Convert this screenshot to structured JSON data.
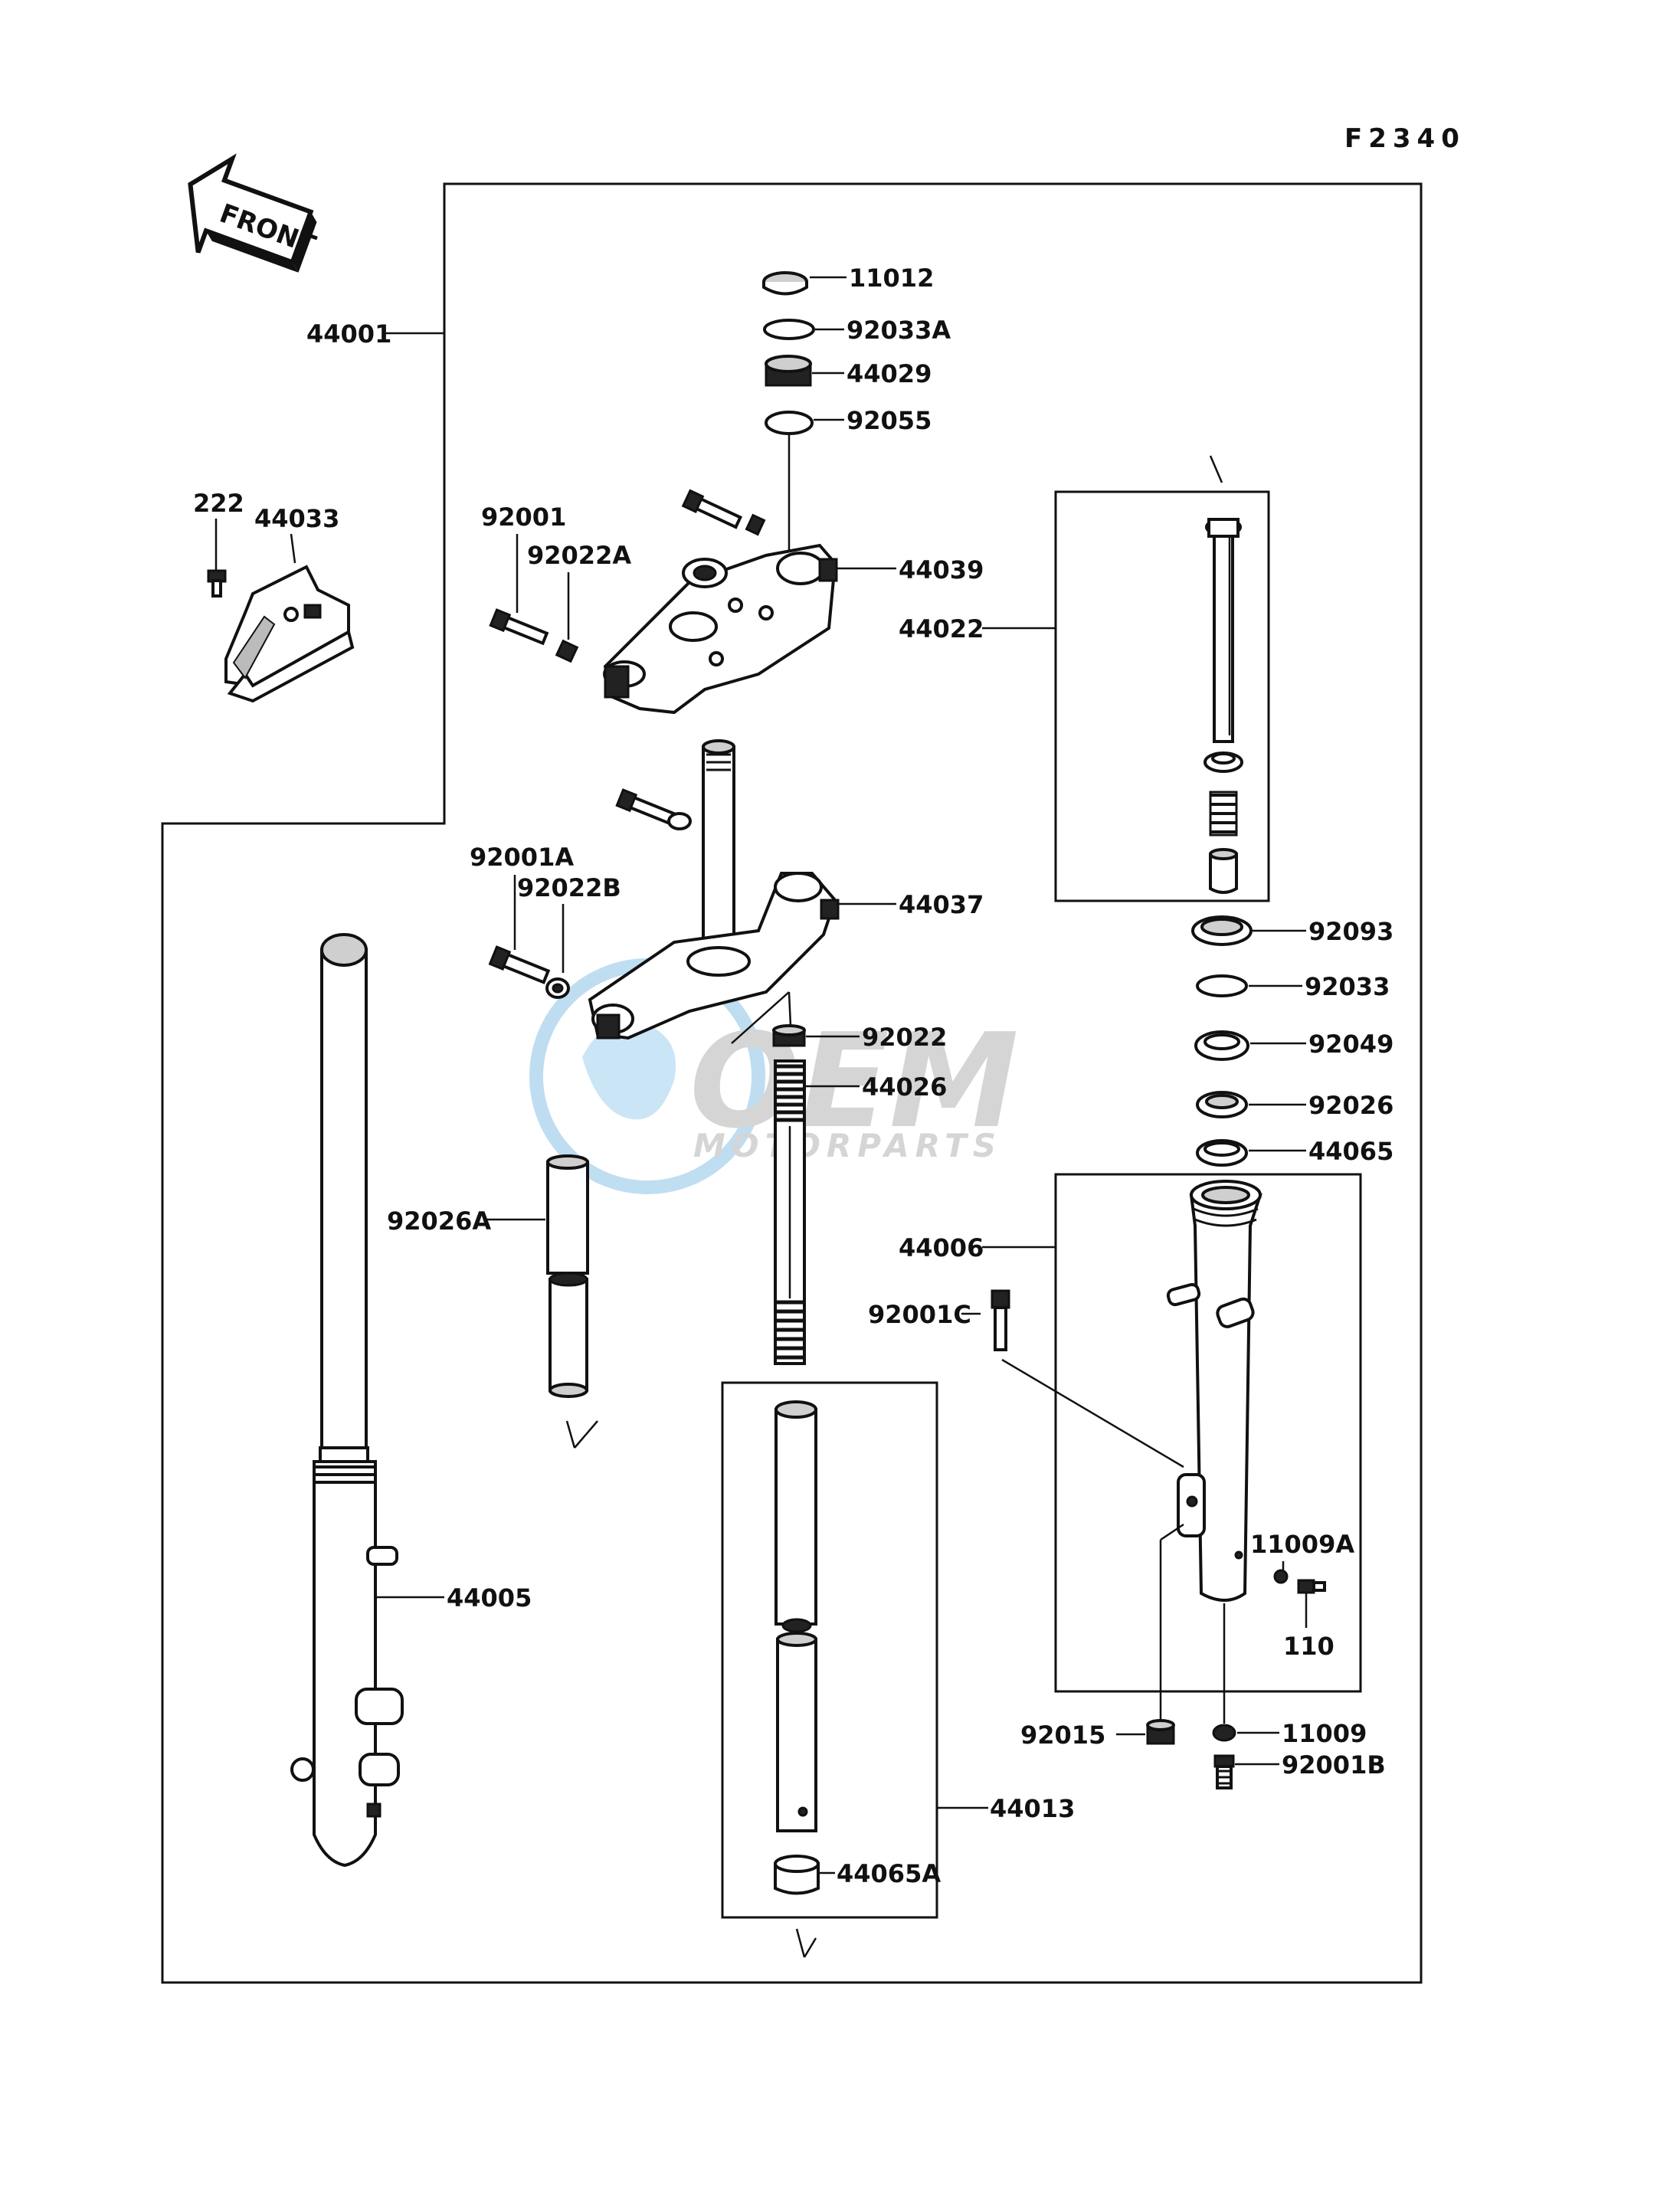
{
  "figure_code": "F2340",
  "front_label": "FRONT",
  "watermark": {
    "brand": "OEM",
    "sub": "MOTORPARTS"
  },
  "callouts": {
    "p11012": "11012",
    "p92033A": "92033A",
    "p44029": "44029",
    "p92055": "92055",
    "p44001": "44001",
    "p222": "222",
    "p44033": "44033",
    "p92001": "92001",
    "p92022A": "92022A",
    "p44039": "44039",
    "p44022": "44022",
    "p92001A": "92001A",
    "p92022B": "92022B",
    "p44037": "44037",
    "p92093": "92093",
    "p92033": "92033",
    "p92022": "92022",
    "p44026": "44026",
    "p92049": "92049",
    "p92026": "92026",
    "p44065": "44065",
    "p92026A": "92026A",
    "p44006": "44006",
    "p92001C": "92001C",
    "p44005": "44005",
    "p11009A": "11009A",
    "p110": "110",
    "p92015": "92015",
    "p11009": "11009",
    "p92001B": "92001B",
    "p44013": "44013",
    "p44065A": "44065A"
  }
}
